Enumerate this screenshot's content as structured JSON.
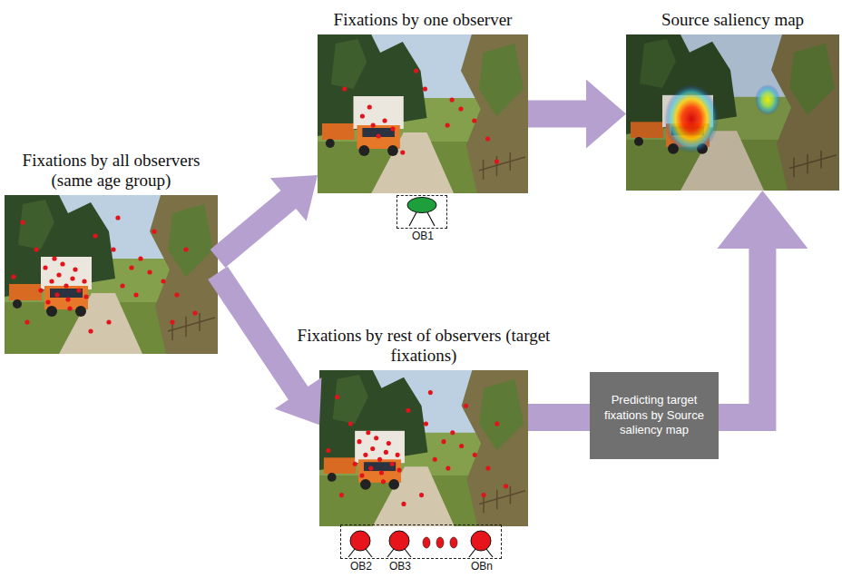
{
  "diagram": {
    "nodes": [
      {
        "text": [
          "Fixations by all observers (same age group)"
        ]
      },
      {
        "text": [
          "Fixations by one observer"
        ]
      },
      {
        "text": [
          "OB1"
        ]
      },
      {
        "text": [
          "Source saliency map"
        ]
      },
      {
        "text": [
          "Fixations by rest of observers (target fixations)"
        ]
      },
      {
        "text": [
          "OB2",
          "OB3",
          "OBn"
        ]
      },
      {
        "text": [
          "Predicting target fixations by Source saliency map"
        ]
      }
    ],
    "edges": [
      {
        "from": 0,
        "to": 1,
        "arrow": "to"
      },
      {
        "from": 0,
        "to": 4,
        "arrow": "to"
      },
      {
        "from": 1,
        "to": 3,
        "arrow": "to"
      },
      {
        "from": 4,
        "to": 6,
        "arrow": "none"
      },
      {
        "from": 6,
        "to": 3,
        "arrow": "to"
      }
    ]
  }
}
